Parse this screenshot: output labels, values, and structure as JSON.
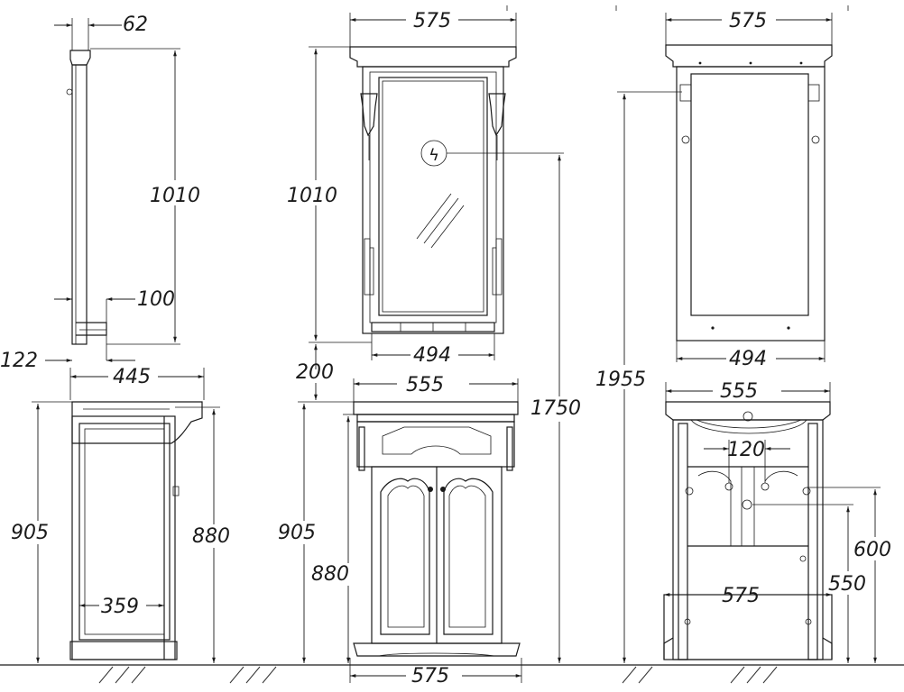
{
  "views": {
    "mirror_side": {
      "top_width": "62",
      "height": "1010",
      "shelf": "100",
      "depth": "122"
    },
    "mirror_front": {
      "width": "575",
      "height": "1010",
      "inner_width": "494",
      "gap": "200",
      "total_height": "1750"
    },
    "mirror_back": {
      "width": "575",
      "inner_width": "494",
      "total_height": "1955"
    },
    "cabinet_side": {
      "depth": "445",
      "height_total": "905",
      "height_body": "880",
      "inner_depth": "359"
    },
    "cabinet_front": {
      "top_width": "555",
      "height_total": "905",
      "height_body": "880",
      "bottom_width": "575"
    },
    "cabinet_back": {
      "top_width": "555",
      "connection_spacing": "120",
      "height_600": "600",
      "height_550": "550",
      "bottom_width": "575"
    }
  },
  "symbols": {
    "power": "ϟ"
  }
}
